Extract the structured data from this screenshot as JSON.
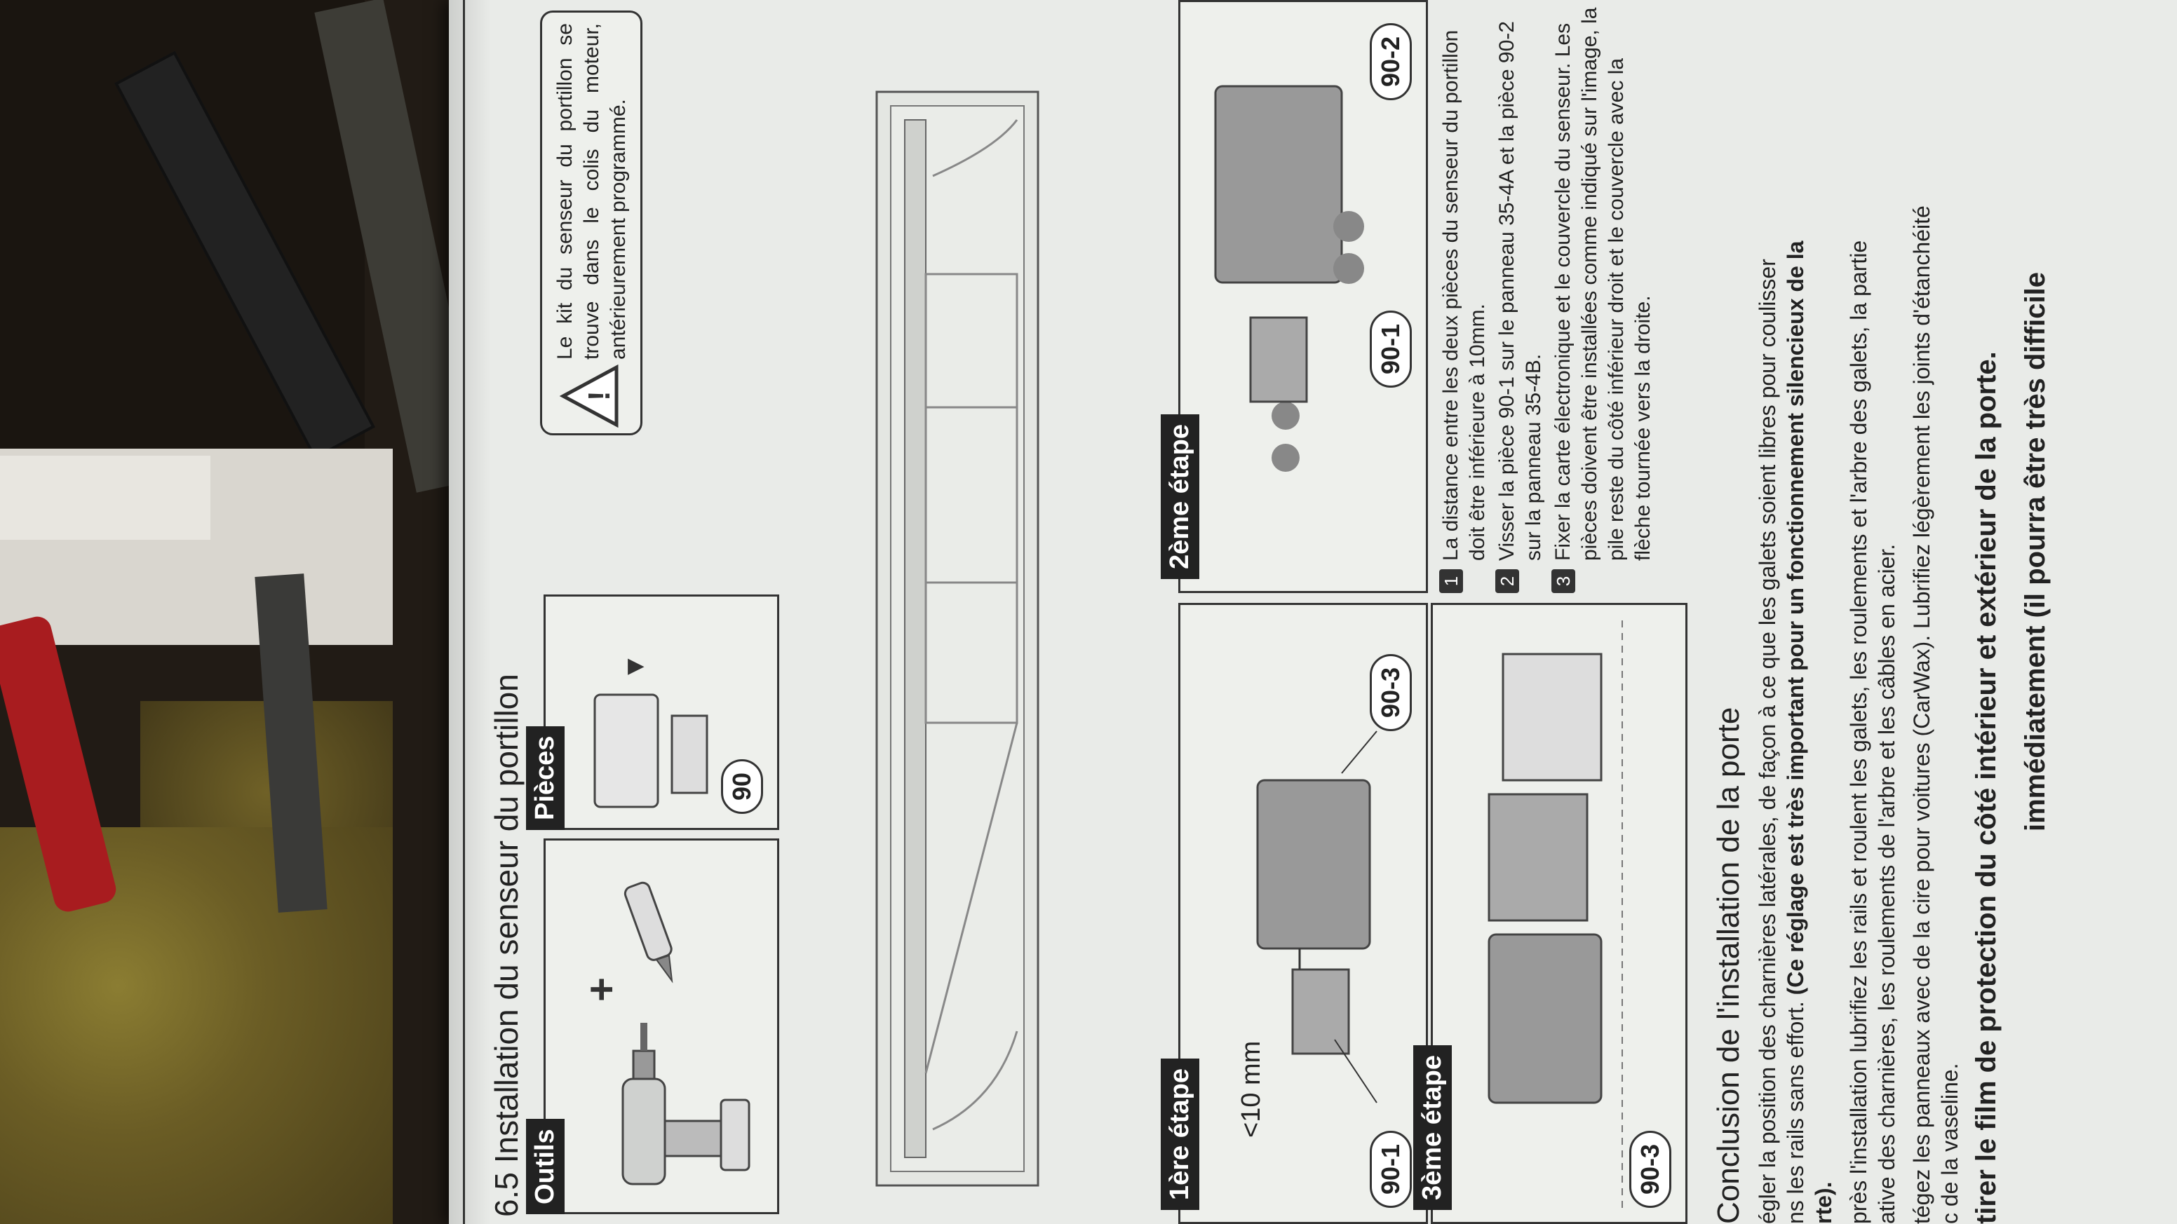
{
  "section_title": "6.5 Installation du senseur du portillon",
  "tools": {
    "label": "Outils"
  },
  "parts": {
    "label": "Pièces",
    "part_number": "90"
  },
  "warning": {
    "text": "Le kit du senseur du portillon se trouve dans le colis du moteur, antérieurement programmé."
  },
  "step1": {
    "label": "1ère étape",
    "distance": "<10 mm",
    "callout_a": "90-1",
    "callout_b": "90-3"
  },
  "step2": {
    "label": "2ème étape",
    "callout_a": "90-1",
    "callout_b": "90-2"
  },
  "step3": {
    "label": "3ème étape",
    "callout_a": "90-3"
  },
  "instructions": [
    {
      "num": "1",
      "text": "La distance entre les deux pièces du senseur du portillon doit être inférieure à 10mm."
    },
    {
      "num": "2",
      "text": "Visser la pièce 90-1 sur le panneau 35-4A et la pièce 90-2 sur la panneau 35-4B."
    },
    {
      "num": "3",
      "text": "Fixer la carte électronique et le couvercle du senseur. Les pièces doivent être installées comme indiqué sur l'image, la pile reste du côté inférieur droit et le couvercle avec la flèche tournée vers la droite."
    }
  ],
  "conclusion": {
    "title": "Conclusion de l'installation de la porte",
    "p1": "égler la position des charnières latérales, de façon à ce que les galets soient libres pour coulisser",
    "p2_start": "ns les rails sans effort. ",
    "p2_bold": "(Ce réglage est très important pour un fonctionnement silencieux de la",
    "p3": "rte).",
    "p4": "près l'installation lubrifiez les rails et roulent les galets, les roulements et l'arbre des galets, la partie",
    "p5": "ative des charnières, les roulements de l'arbre et les câbles en acier.",
    "p6": "tégez les panneaux avec de la cire pour voitures (CarWax). Lubrifiez légèrement les joints d'étanchéité",
    "p7": "c de la vaseline.",
    "p8": "tirer le film de protection du côté intérieur et extérieur de la porte.",
    "p9": "immédiatement (il pourra être très difficile"
  }
}
